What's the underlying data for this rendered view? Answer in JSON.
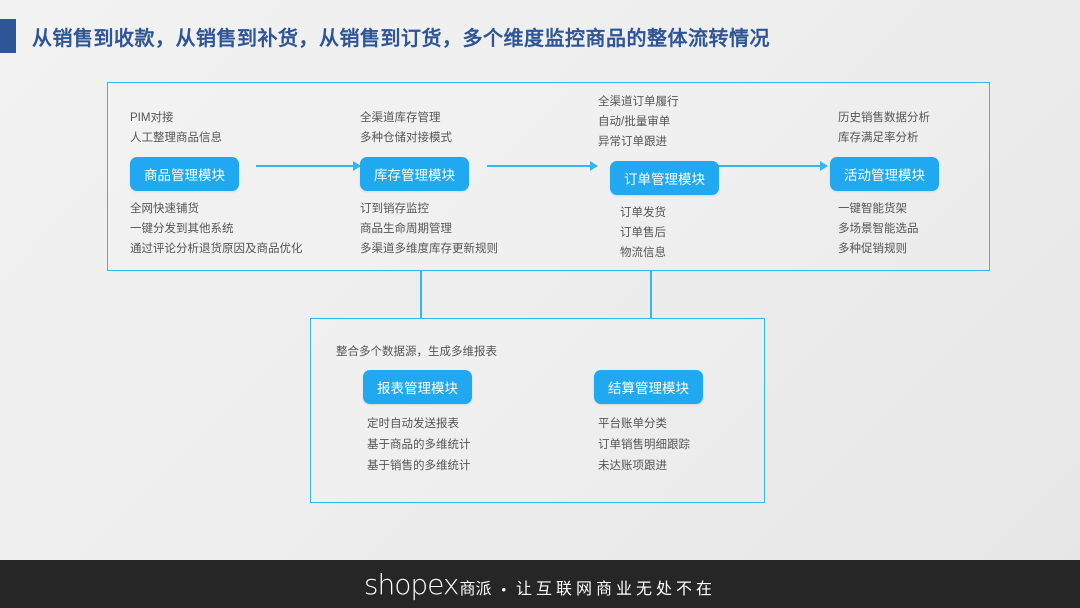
{
  "header": {
    "title": "从销售到收款，从销售到补货，从销售到订货，多个维度监控商品的整体流转情况",
    "accent_color": "#2e5596"
  },
  "theme": {
    "module_blue": "#20a9f0",
    "panel_border": "#35b6ef",
    "text_gray": "#555555",
    "footer_bg": "#262626"
  },
  "flow": {
    "columns": [
      {
        "module": "商品管理模块",
        "above": [
          "PIM对接",
          "人工整理商品信息"
        ],
        "below": [
          "全网快速铺货",
          "一键分发到其他系统",
          "通过评论分析退货原因及商品优化"
        ]
      },
      {
        "module": "库存管理模块",
        "above": [
          "全渠道库存管理",
          "多种仓储对接模式"
        ],
        "below": [
          "订到销存监控",
          "商品生命周期管理",
          "多渠道多维度库存更新规则"
        ]
      },
      {
        "module": "订单管理模块",
        "above": [
          "全渠道订单履行",
          "自动/批量审单",
          "异常订单跟进"
        ],
        "below": [
          "订单发货",
          "订单售后",
          "物流信息"
        ]
      },
      {
        "module": "活动管理模块",
        "above": [
          "历史销售数据分析",
          "库存满足率分析"
        ],
        "below": [
          "一键智能货架",
          "多场景智能选品",
          "多种促销规则"
        ]
      }
    ]
  },
  "bottom": {
    "caption": "整合多个数据源，生成多维报表",
    "columns": [
      {
        "module": "报表管理模块",
        "items": [
          "定时自动发送报表",
          "基于商品的多维统计",
          "基于销售的多维统计"
        ]
      },
      {
        "module": "结算管理模块",
        "items": [
          "平台账单分类",
          "订单销售明细跟踪",
          "未达账项跟进"
        ]
      }
    ]
  },
  "footer": {
    "logo_mark": "shopex",
    "logo_cn": "商派",
    "dot": "•",
    "slogan": "让互联网商业无处不在"
  }
}
